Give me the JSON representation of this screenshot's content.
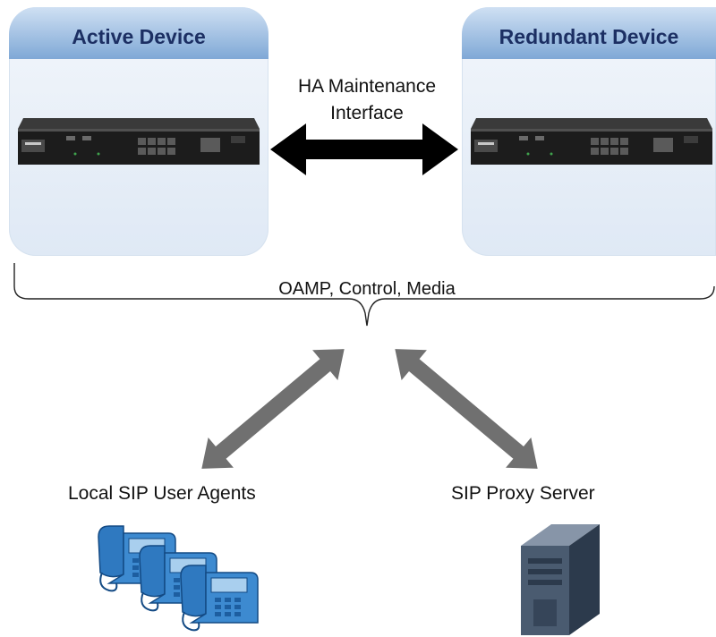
{
  "panels": {
    "active_title": "Active Device",
    "redundant_title": "Redundant Device"
  },
  "links": {
    "ha_line1": "HA Maintenance",
    "ha_line2": "Interface",
    "oamp": "OAMP, Control, Media"
  },
  "endpoints": {
    "left_label": "Local SIP User Agents",
    "right_label": "SIP Proxy Server"
  },
  "colors": {
    "panel_header": "#7fa8d6",
    "title_text": "#1c2f63",
    "gray_arrow": "#707070",
    "phone_blue": "#2f79c0",
    "server": "#3f4f63"
  }
}
